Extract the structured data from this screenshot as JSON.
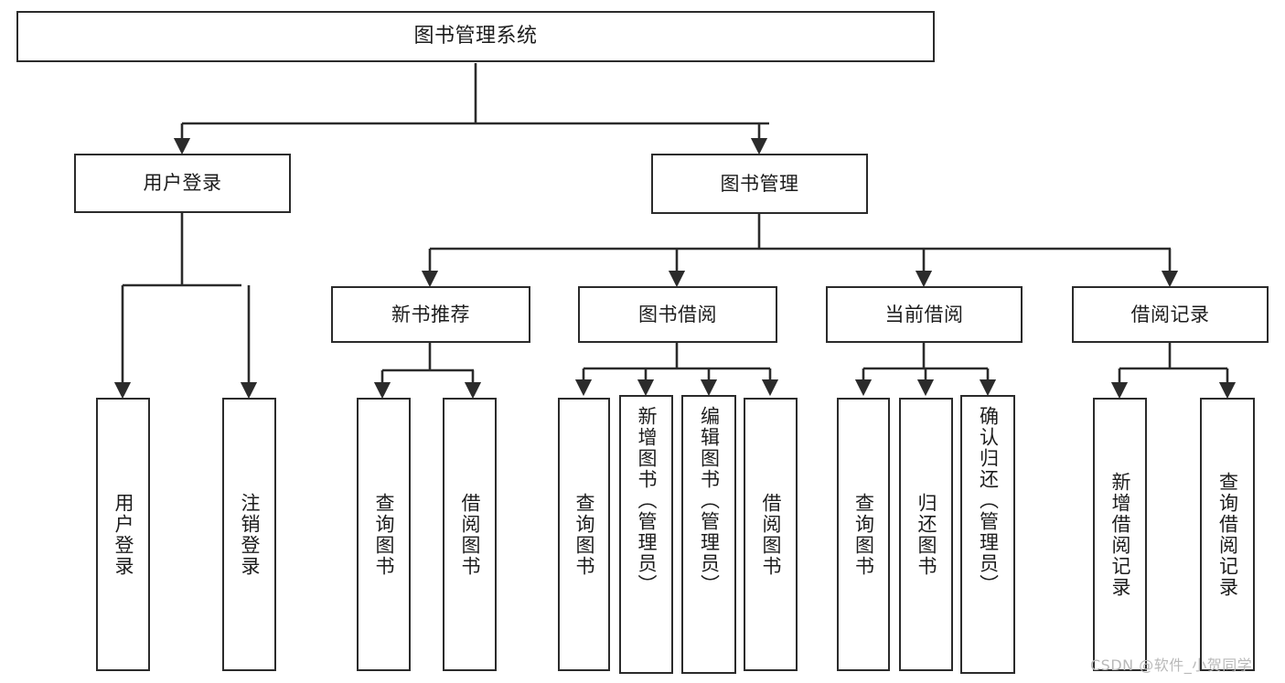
{
  "diagram": {
    "title": "图书管理系统",
    "type": "hierarchy-tree",
    "watermark": "CSDN @软件_小贺同学",
    "colors": {
      "box_border": "#2b2b2b",
      "box_fill": "#ffffff",
      "connector": "#2b2b2b",
      "text": "#1c1c1c",
      "watermark": "#b9b9b9"
    },
    "root": {
      "label": "图书管理系统"
    },
    "level2": [
      {
        "label": "用户登录"
      },
      {
        "label": "图书管理"
      }
    ],
    "level3": [
      {
        "label": "新书推荐"
      },
      {
        "label": "图书借阅"
      },
      {
        "label": "当前借阅"
      },
      {
        "label": "借阅记录"
      }
    ],
    "leaves_user_login": [
      {
        "label": "用户登录"
      },
      {
        "label": "注销登录"
      }
    ],
    "leaves_new_books": [
      {
        "label": "查询图书"
      },
      {
        "label": "借阅图书"
      }
    ],
    "leaves_book_borrow": [
      {
        "label": "查询图书"
      },
      {
        "label": "新增图书（管理员）"
      },
      {
        "label": "编辑图书（管理员）"
      },
      {
        "label": "借阅图书"
      }
    ],
    "leaves_current_borrow": [
      {
        "label": "查询图书"
      },
      {
        "label": "归还图书"
      },
      {
        "label": "确认归还（管理员）"
      }
    ],
    "leaves_borrow_records": [
      {
        "label": "新增借阅记录"
      },
      {
        "label": "查询借阅记录"
      }
    ]
  }
}
